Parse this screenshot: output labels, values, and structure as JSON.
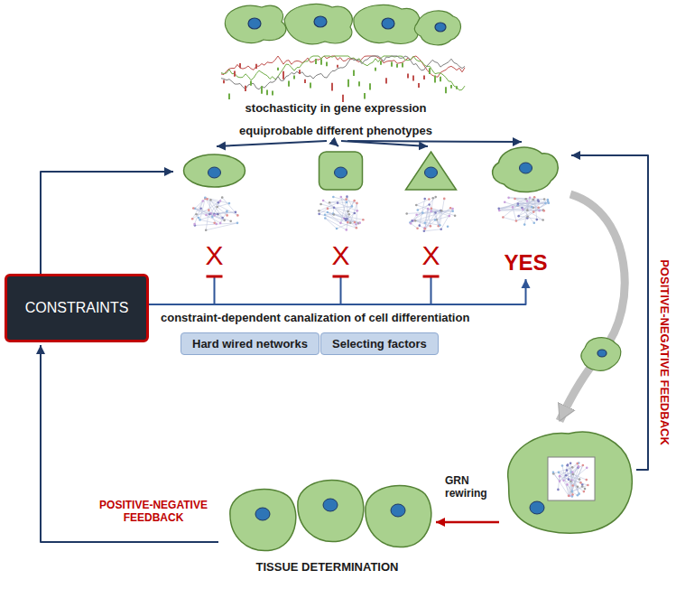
{
  "diagram": {
    "nodes": [
      {
        "text": [
          "CONSTRAINTS"
        ]
      },
      {
        "text": [
          "X"
        ]
      },
      {
        "text": [
          "X"
        ]
      },
      {
        "text": [
          "X"
        ]
      },
      {
        "text": [
          "YES"
        ]
      },
      {
        "text": [
          "Hard wired networks"
        ]
      },
      {
        "text": [
          "Selecting factors"
        ]
      },
      {
        "text": [
          "GRN rewiring"
        ]
      },
      {
        "text": [
          "TISSUE DETERMINATION"
        ]
      }
    ],
    "edges": [
      {
        "from": 0,
        "to": 1,
        "arrow": "none"
      },
      {
        "from": 0,
        "to": 2,
        "arrow": "none"
      },
      {
        "from": 0,
        "to": 3,
        "arrow": "none"
      },
      {
        "from": 0,
        "to": 4,
        "arrow": "to"
      },
      {
        "from": 0,
        "to": 1,
        "arrow": "to"
      },
      {
        "from": 7,
        "to": 4,
        "arrow": "to"
      },
      {
        "from": 4,
        "to": 7,
        "arrow": "to"
      },
      {
        "from": 7,
        "to": 8,
        "arrow": "to"
      },
      {
        "from": 8,
        "to": 0,
        "arrow": "to"
      }
    ],
    "labels": [
      "stochasticity in gene expression",
      "equiprobable different phenotypes",
      "constraint-dependent canalization of cell differentiation",
      "POSITIVE-NEGATIVE FEEDBACK",
      "POSITIVE-NEGATIVE FEEDBACK"
    ]
  }
}
